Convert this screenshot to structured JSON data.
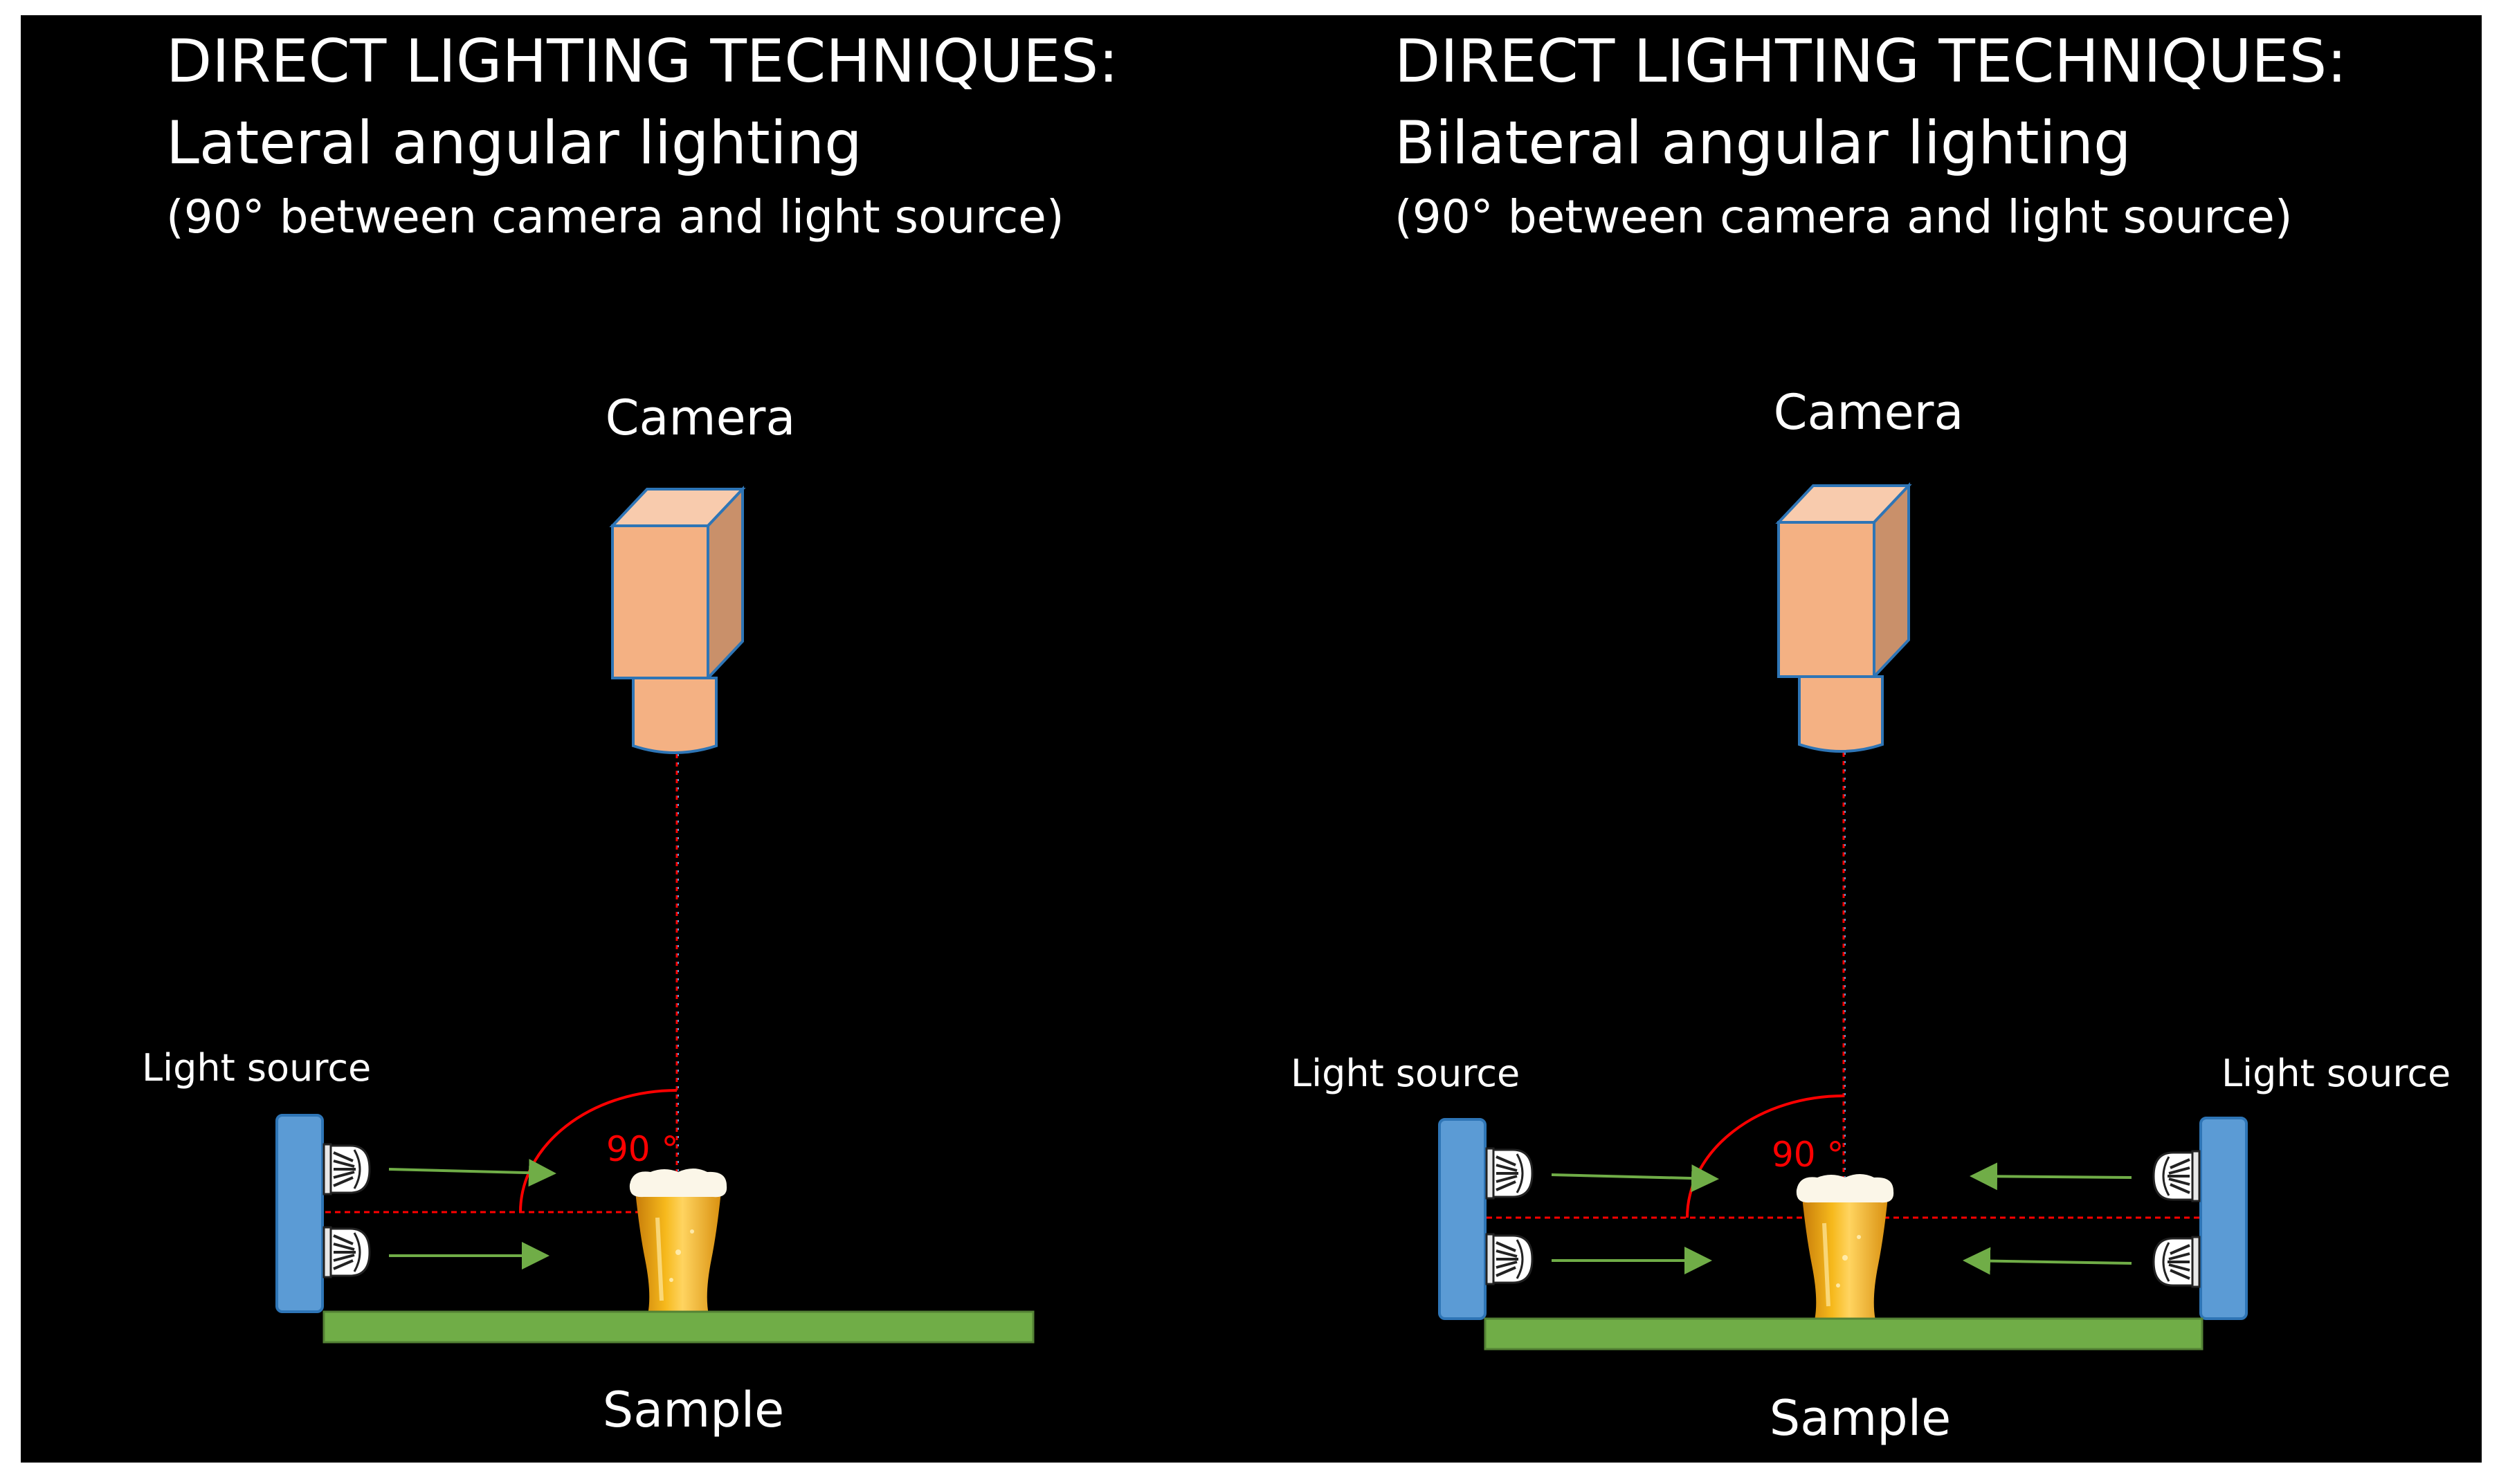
{
  "colors": {
    "background": "#000000",
    "frame": "#ffffff",
    "camera_front": "#f4b183",
    "camera_side": "#c9906a",
    "camera_outline": "#2e75b6",
    "light_panel": "#5b9bd5",
    "table": "#70ad47",
    "arrow": "#70ad47",
    "angle_line": "#ff0000"
  },
  "left": {
    "title_line1": "DIRECT LIGHTING TECHNIQUES:",
    "title_line2": "Lateral angular lighting",
    "note": "(90° between camera and light source)",
    "camera_label": "Camera",
    "light_label": "Light source",
    "angle_label": "90 °",
    "sample_label": "Sample"
  },
  "right": {
    "title_line1": "DIRECT LIGHTING TECHNIQUES:",
    "title_line2": "Bilateral angular lighting",
    "note": "(90° between camera and light source)",
    "camera_label": "Camera",
    "light_label_left": "Light source",
    "light_label_right": "Light source",
    "angle_label": "90 °",
    "sample_label": "Sample"
  },
  "icons": {
    "camera": "camera-icon",
    "lamp": "lamp-icon",
    "beer_glass": "beer-glass-icon",
    "arrow": "arrow-right-icon"
  }
}
